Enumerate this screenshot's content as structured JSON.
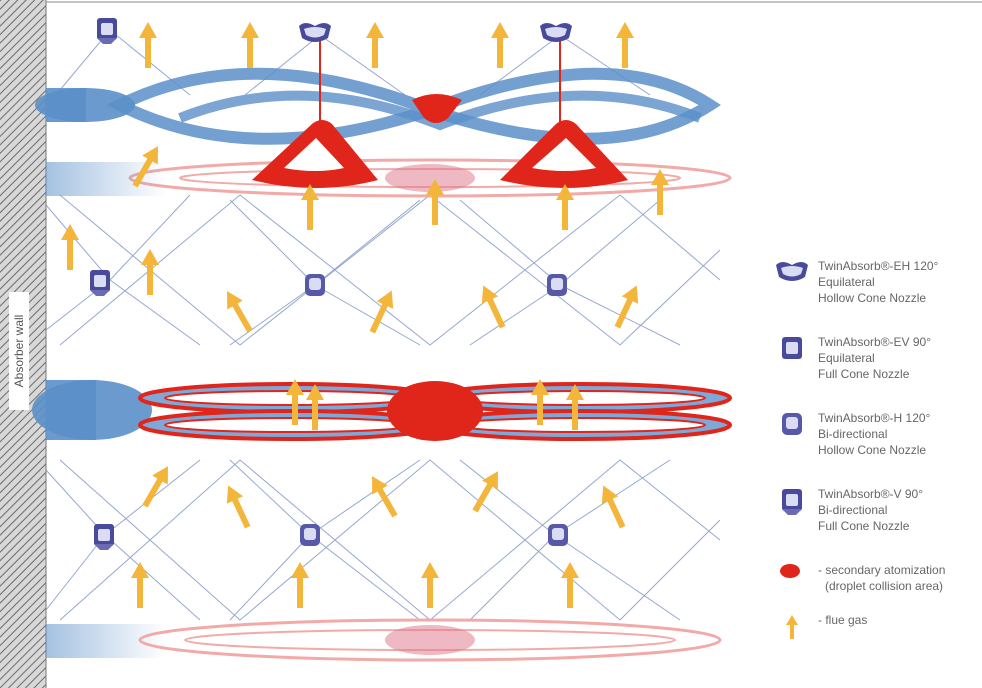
{
  "wall_label": "Absorber wall",
  "legend": [
    {
      "icon": "hollow-cone-eh-nozzle-icon",
      "lines": [
        "TwinAbsorb®-EH 120°",
        "Equilateral",
        "Hollow Cone Nozzle"
      ]
    },
    {
      "icon": "full-cone-ev-nozzle-icon",
      "lines": [
        "TwinAbsorb®-EV 90°",
        "Equilateral",
        "Full Cone Nozzle"
      ]
    },
    {
      "icon": "hollow-cone-h-nozzle-icon",
      "lines": [
        "TwinAbsorb®-H 120°",
        "Bi-directional",
        "Hollow Cone Nozzle"
      ]
    },
    {
      "icon": "full-cone-v-nozzle-icon",
      "lines": [
        "TwinAbsorb®-V 90°",
        "Bi-directional",
        "Full Cone Nozzle"
      ]
    },
    {
      "icon": "secondary-atomization-icon",
      "lines": [
        "- secondary atomization",
        "(droplet collision area)"
      ]
    },
    {
      "icon": "flue-gas-arrow-icon",
      "lines": [
        "- flue gas"
      ]
    }
  ],
  "colors": {
    "spray_blue": "#5b8fc9",
    "collision_red": "#e0251b",
    "flue_gas": "#f3b63b",
    "nozzle": "#4a4a9a"
  }
}
